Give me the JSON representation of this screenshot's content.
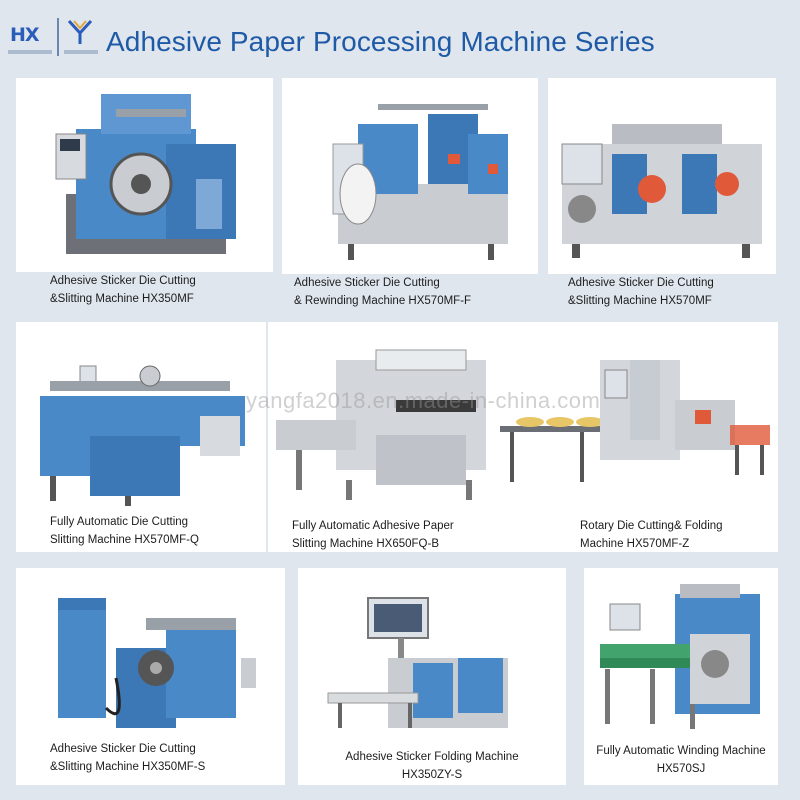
{
  "header": {
    "logo_left": "HX",
    "title": "Adhesive Paper Processing Machine Series"
  },
  "icons": [
    "hx-logo-icon",
    "yangfa-logo-icon"
  ],
  "colors": {
    "brand_blue": "#1f5aa6",
    "machine_blue": "#4a89c8",
    "machine_grey": "#c9ccd1",
    "background": "#dfe6ee"
  },
  "watermark": "yangfa2018.en.made-in-china.com",
  "products": [
    {
      "line1": "Adhesive Sticker Die Cutting",
      "line2": "&Slitting Machine HX350MF"
    },
    {
      "line1": "Adhesive Sticker Die Cutting",
      "line2": "& Rewinding Machine HX570MF-F"
    },
    {
      "line1": "Adhesive Sticker Die Cutting",
      "line2": "&Slitting Machine HX570MF"
    },
    {
      "line1": "Fully Automatic Die Cutting",
      "line2": "Slitting Machine HX570MF-Q"
    },
    {
      "line1": "Fully Automatic Adhesive Paper",
      "line2": "Slitting Machine HX650FQ-B"
    },
    {
      "line1": "Rotary Die Cutting& Folding",
      "line2": "Machine HX570MF-Z"
    },
    {
      "line1": "Adhesive Sticker Die Cutting",
      "line2": "&Slitting Machine HX350MF-S"
    },
    {
      "line1": "Adhesive Sticker Folding Machine",
      "line2": "HX350ZY-S"
    },
    {
      "line1": "Fully Automatic Winding Machine",
      "line2": "HX570SJ"
    }
  ]
}
